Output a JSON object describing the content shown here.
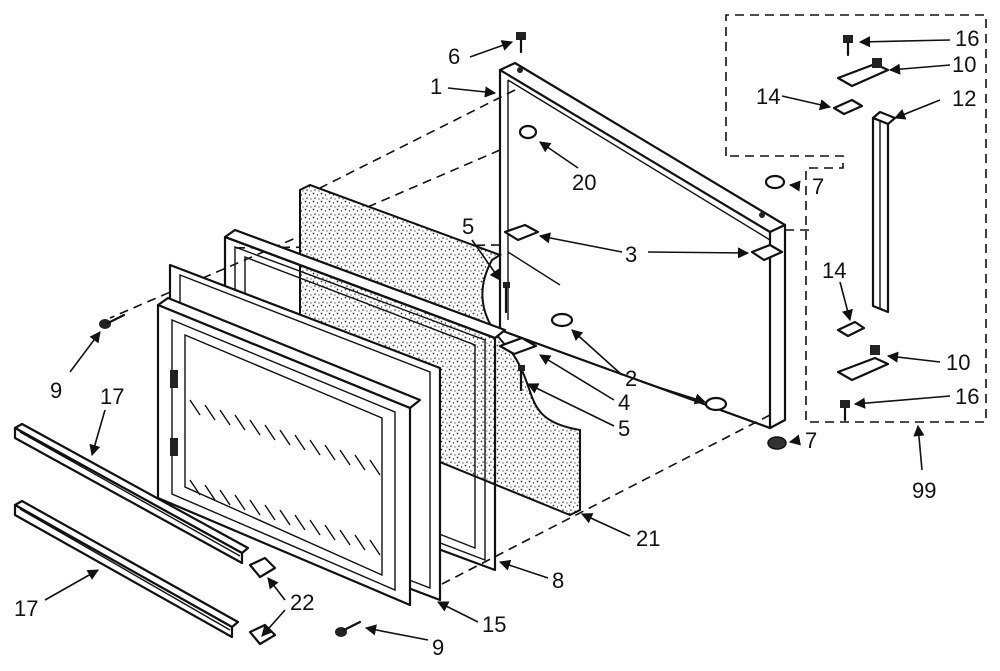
{
  "callouts": {
    "c1": "1",
    "c2": "2",
    "c3": "3",
    "c4": "4",
    "c5a": "5",
    "c5b": "5",
    "c6": "6",
    "c7a": "7",
    "c7b": "7",
    "c8": "8",
    "c9a": "9",
    "c9b": "9",
    "c10a": "10",
    "c10b": "10",
    "c12": "12",
    "c14a": "14",
    "c14b": "14",
    "c15": "15",
    "c16a": "16",
    "c16b": "16",
    "c17a": "17",
    "c17b": "17",
    "c20": "20",
    "c21": "21",
    "c22": "22",
    "c99": "99"
  }
}
